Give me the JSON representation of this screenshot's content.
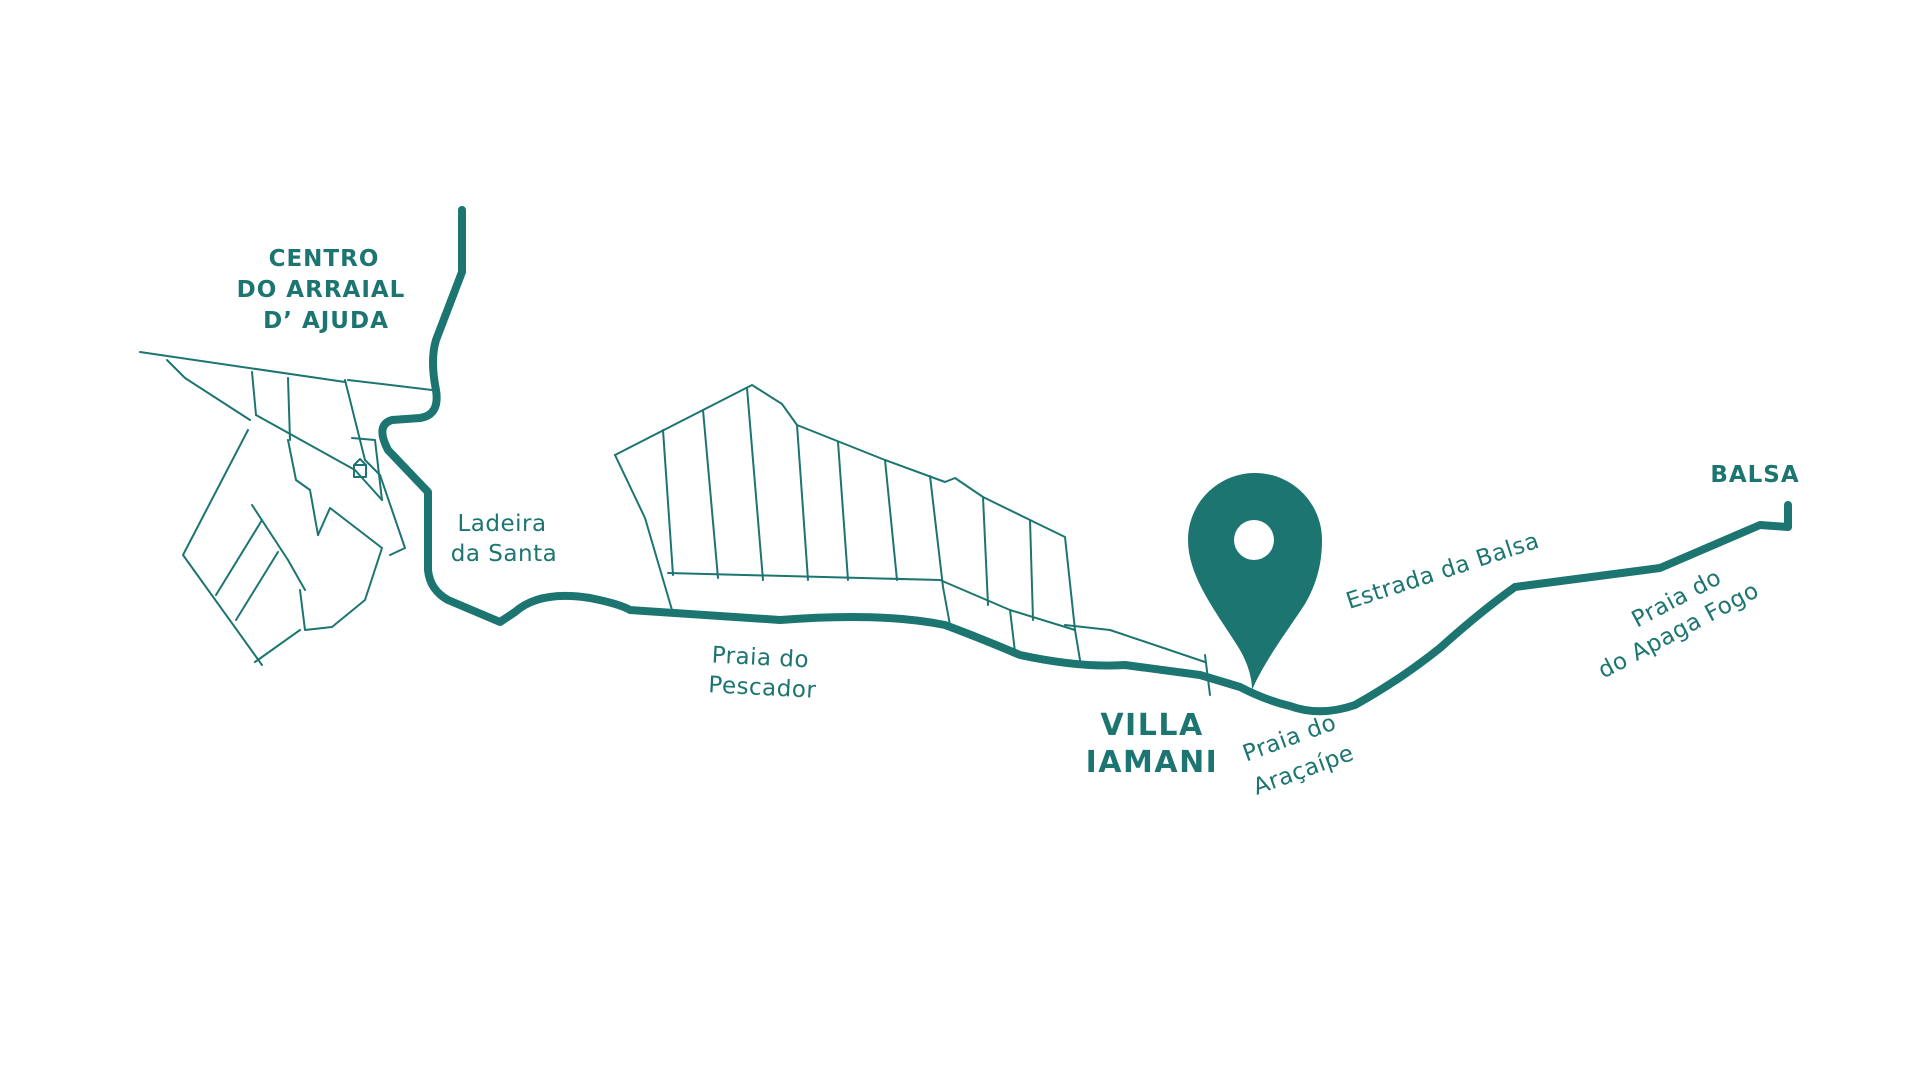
{
  "colors": {
    "primary": "#1c7570",
    "background": "#ffffff"
  },
  "places": {
    "centro_line1": "CENTRO",
    "centro_line2": "DO ARRAIAL",
    "centro_line3": "D’ AJUDA",
    "balsa": "BALSA",
    "villa_line1": "VILLA",
    "villa_line2": "IAMANI"
  },
  "streets": {
    "ladeira_line1": "Ladeira",
    "ladeira_line2": "da Santa",
    "pescador_line1": "Praia do",
    "pescador_line2": "Pescador",
    "aracaipe_line1": "Praia do",
    "aracaipe_line2": "Araçaípe",
    "estrada_balsa": "Estrada da Balsa",
    "apaga_line1": "Praia do",
    "apaga_line2": "do Apaga Fogo"
  },
  "icons": {
    "marker": "map-pin-icon"
  }
}
